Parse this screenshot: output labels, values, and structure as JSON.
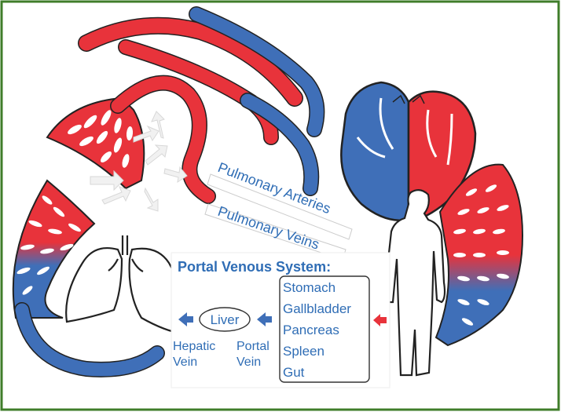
{
  "labels": {
    "pulmonary_arteries": "Pulmonary Arteries",
    "pulmonary_veins": "Pulmonary Veins",
    "portal_title": "Portal Venous System:",
    "liver": "Liver",
    "hepatic_line1": "Hepatic",
    "hepatic_line2": "Vein",
    "portal_line1": "Portal",
    "portal_line2": "Vein",
    "organs": [
      "Stomach",
      "Gallbladder",
      "Pancreas",
      "Spleen",
      "Gut"
    ]
  },
  "colors": {
    "border": "#3f7d2a",
    "artery_red": "#e8333b",
    "vein_blue": "#3f6fb8",
    "label_blue": "#2f6db5",
    "arrow_red": "#e8333b",
    "arrow_blue": "#3f6fb8",
    "outline": "#222222"
  }
}
